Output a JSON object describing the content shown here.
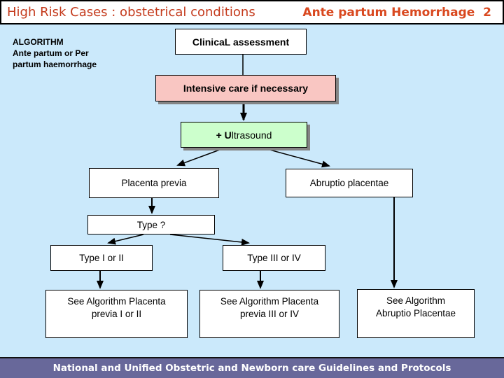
{
  "title": {
    "part1": "High Risk Cases : obstetrical conditions",
    "part2": "Ante partum Hemorrhage  2"
  },
  "sidebar_label": "ALGORITHM\nAnte partum or Per\npartum haemorrhage",
  "flowchart": {
    "clinical": "ClinicaL assessment",
    "intensive": "Intensive care if necessary",
    "ultrasound_bold": "+ U",
    "ultrasound_rest": "ltrasound",
    "placenta_previa": "Placenta previa",
    "abruptio": "Abruptio placentae",
    "type_question": "Type ?",
    "type_1_2": "Type I or II",
    "type_3_4": "Type III or IV",
    "see_previa_1_2": "See Algorithm Placenta\nprevia I or II",
    "see_previa_3_4": "See Algorithm Placenta\nprevia III or IV",
    "see_abruptio": "See Algorithm\nAbruptio Placentae"
  },
  "footer": "National and Unified Obstetric and Newborn care Guidelines and Protocols",
  "colors": {
    "background": "#cbe9fb",
    "title_red": "#c43a1c",
    "subtitle_red": "#d9481f",
    "pink_box": "#f9c6c2",
    "green_box": "#ccffcc",
    "footer_purple": "#68689a",
    "shadow_gray": "#848484"
  }
}
